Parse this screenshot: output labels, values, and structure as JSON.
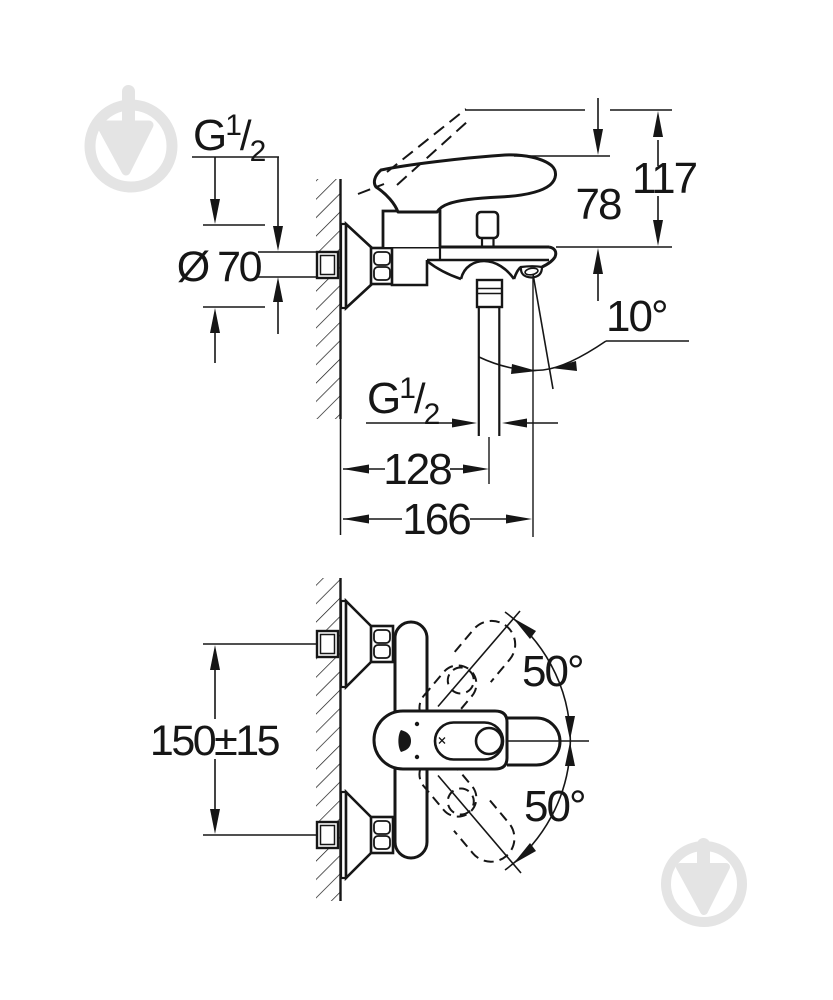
{
  "drawing": {
    "type": "technical-dimension-drawing",
    "subject": "wall-mounted single-lever bath mixer, side view and plan view",
    "side_view": {
      "wall_thread_label": {
        "prefix": "G",
        "sup": "1",
        "slash": "/",
        "sub": "2"
      },
      "escutcheon_diameter_label": "Ø 70",
      "lever_height_label": "78",
      "total_height_label": "117",
      "spray_angle_label": "10°",
      "shower_thread_label": {
        "prefix": "G",
        "sup": "1",
        "slash": "/",
        "sub": "2"
      },
      "hose_offset_label": "128",
      "spout_reach_label": "166"
    },
    "plan_view": {
      "mounting_distance_label": "150±15",
      "swing_up_label": "50°",
      "swing_down_label": "50°"
    },
    "watermark": {
      "icon": "trowel-in-circle-watermark",
      "color": "#e4e4e4"
    },
    "colors": {
      "ink": "#161616",
      "background": "#ffffff"
    }
  }
}
